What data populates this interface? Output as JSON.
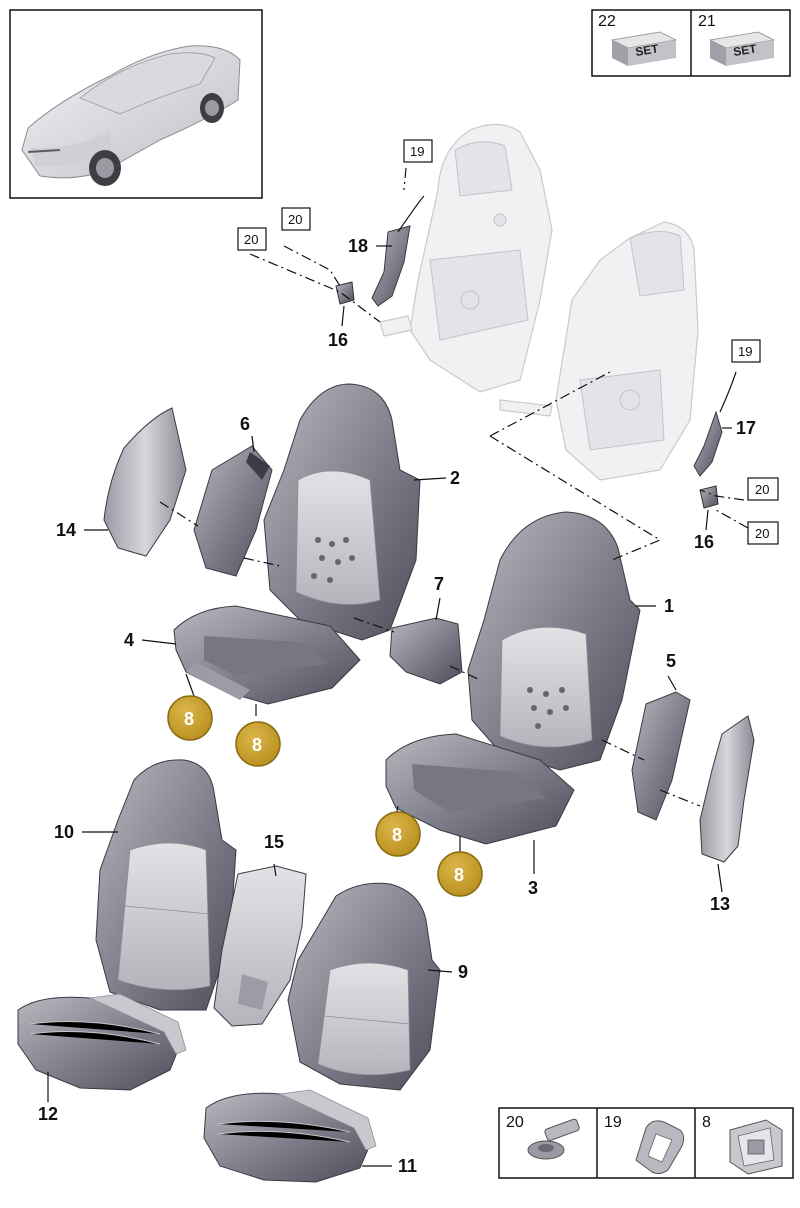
{
  "set_boxes": [
    {
      "number": "22",
      "label": "SET"
    },
    {
      "number": "21",
      "label": "SET"
    }
  ],
  "legend": [
    {
      "number": "20",
      "icon": "bolt-icon"
    },
    {
      "number": "19",
      "icon": "grommet-icon"
    },
    {
      "number": "8",
      "icon": "clip-icon"
    }
  ],
  "callouts": {
    "c1": "1",
    "c2": "2",
    "c3": "3",
    "c4": "4",
    "c5": "5",
    "c6": "6",
    "c7": "7",
    "c9": "9",
    "c10": "10",
    "c11": "11",
    "c12": "12",
    "c13": "13",
    "c14": "14",
    "c15": "15",
    "c16a": "16",
    "c16b": "16",
    "c17": "17",
    "c18": "18"
  },
  "boxed_callouts": {
    "b19a": "19",
    "b19b": "19",
    "b20a": "20",
    "b20b": "20",
    "b20c": "20",
    "b20d": "20"
  },
  "badges": {
    "badge_a": "8",
    "badge_b": "8",
    "badge_c": "8",
    "badge_d": "8"
  },
  "colors": {
    "badge": "#c9a22e",
    "badge_stroke": "#8a6c12",
    "part_dark": "#5a5a66",
    "part_mid": "#8e8e98",
    "part_light": "#c8c8ce"
  }
}
